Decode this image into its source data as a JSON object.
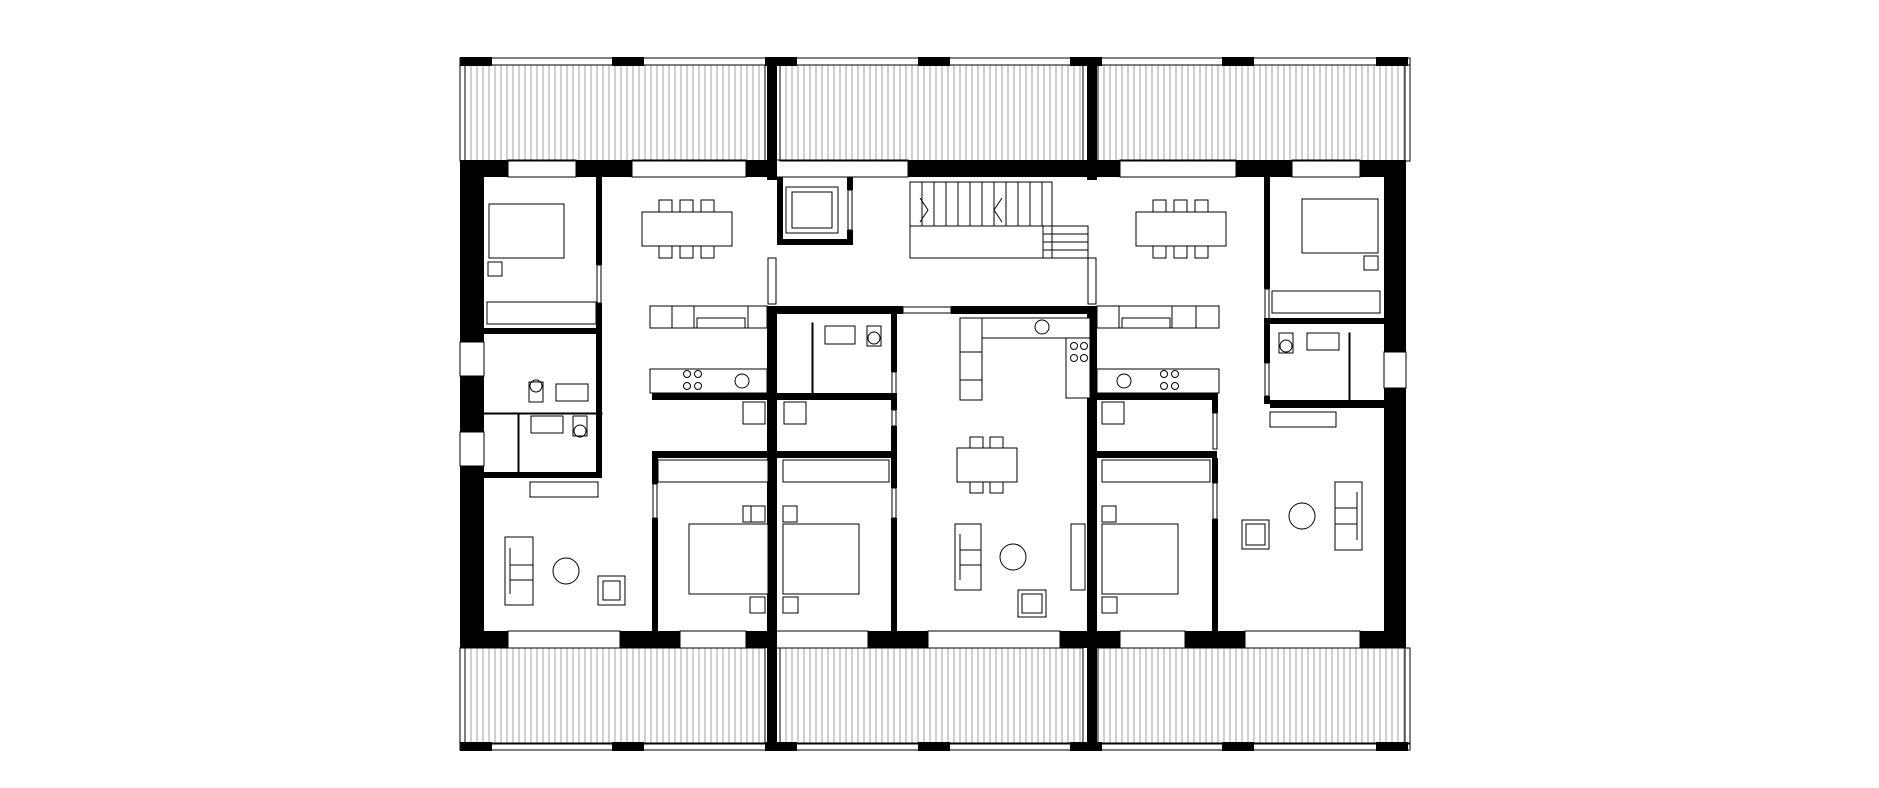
{
  "drawing": {
    "kind": "floor-plan",
    "units": 3,
    "balconies": 6,
    "colors": {
      "wall": "#000000",
      "line": "#000000",
      "background": "#ffffff"
    },
    "furniture": [
      "dining-table",
      "bed",
      "sofa",
      "armchair",
      "side-table",
      "kitchen-counter",
      "stove",
      "sink",
      "toilet",
      "shower",
      "stair"
    ]
  }
}
